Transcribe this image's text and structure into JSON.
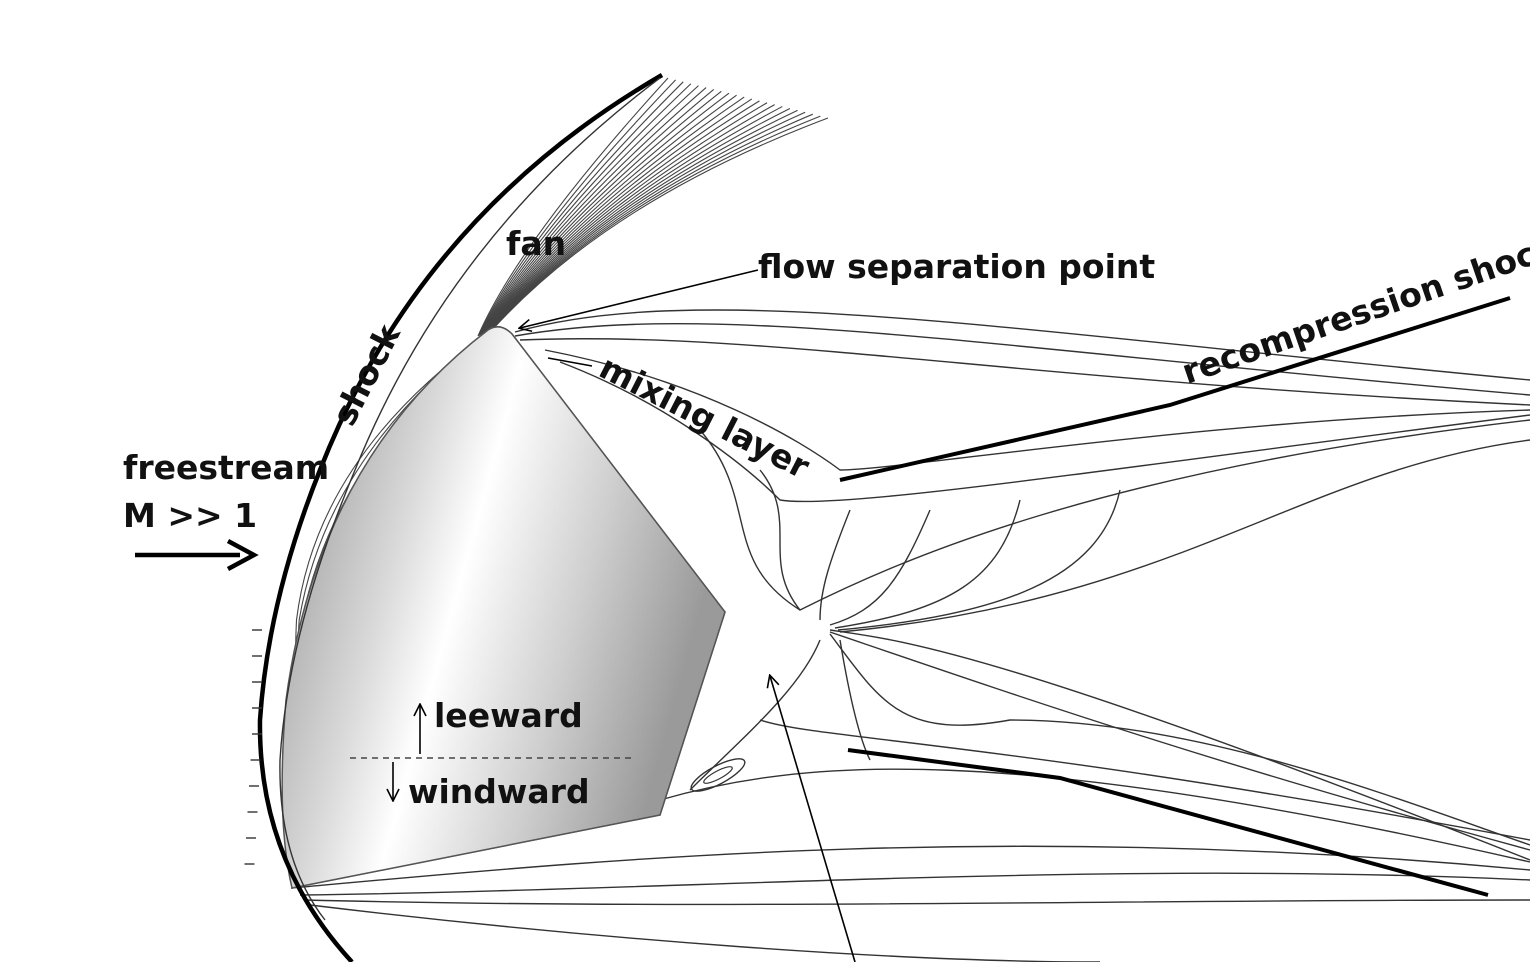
{
  "labels": {
    "fan": "fan",
    "flow_separation_point": "flow separation point",
    "recompression_shock": "recompression shock",
    "mixing_layer": "mixing layer",
    "shock": "shock",
    "freestream": "freestream",
    "mach": "M >> 1",
    "leeward": "leeward",
    "windward": "windward"
  },
  "colors": {
    "line": "#333333",
    "thick_line": "#000000",
    "body_dark": "#6e6e6e",
    "body_light": "#f4f4f4",
    "background": "#ffffff"
  }
}
